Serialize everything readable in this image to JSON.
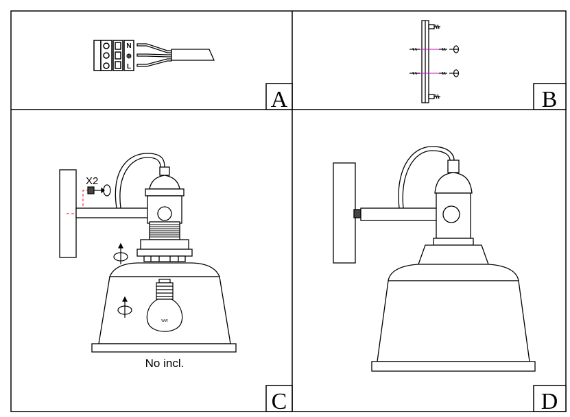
{
  "panels": {
    "a": {
      "letter": "A",
      "terminal_labels": [
        "N",
        "⊕",
        "L"
      ]
    },
    "b": {
      "letter": "B"
    },
    "c": {
      "letter": "C",
      "quantity_note": "X2",
      "bulb_note": "No incl.",
      "bulb_mark": "WW"
    },
    "d": {
      "letter": "D"
    }
  },
  "colors": {
    "line": "#000000",
    "guide": "#ff0000",
    "screw_line": "#cc00cc",
    "background": "#ffffff"
  }
}
